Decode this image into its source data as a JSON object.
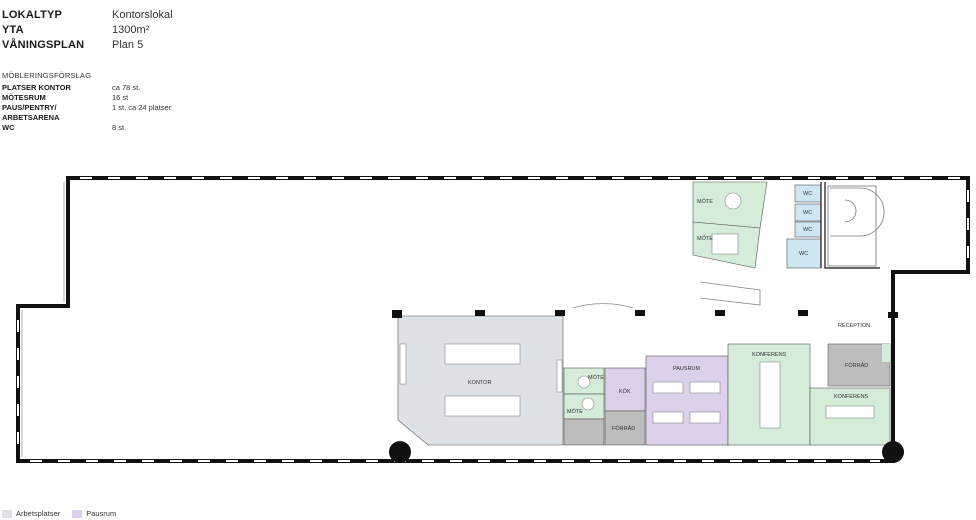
{
  "info": {
    "rows": [
      {
        "label": "LOKALTYP",
        "value": "Kontorslokal"
      },
      {
        "label": "YTA",
        "value": "1300m²"
      },
      {
        "label": "VÅNINGSPLAN",
        "value": "Plan 5"
      }
    ]
  },
  "furnishing": {
    "title": "MÖBLERINGSFÖRSLAG",
    "rows": [
      {
        "label": "PLATSER KONTOR",
        "value": "ca 78 st."
      },
      {
        "label": "MÖTESRUM",
        "value": "16 st"
      },
      {
        "label": "PAUS/PENTRY/",
        "value": "1 st. ca 24 platser"
      },
      {
        "label": "ARBETSARENA",
        "value": ""
      },
      {
        "label": "WC",
        "value": "8 st."
      }
    ]
  },
  "rooms": {
    "mote1": "MÖTE",
    "mote2": "MÖTE",
    "wc1": "WC",
    "wc2": "WC",
    "wc3": "WC",
    "wc4": "WC",
    "reception": "RECEPTION",
    "kontor": "KONTOR",
    "mote3": "MÖTE",
    "mote4": "MÖTE",
    "kok": "KÖK",
    "forrad1": "FÖRRÅD",
    "pausrum": "PAUSRUM",
    "konferens1": "KONFERENS",
    "forrad2": "FÖRRÅD",
    "konferens2": "KONFERENS"
  },
  "legend": [
    {
      "label": "Arbetsplatser",
      "color": "#dfe2e5"
    },
    {
      "label": "Pausrum",
      "color": "#ddd0ea"
    }
  ],
  "colors": {
    "office": "#dfe2e5",
    "meeting": "#d4ecd8",
    "wc": "#cde6f2",
    "pause": "#ddd0ea",
    "storage": "#bdbdbd",
    "wall": "#111111"
  }
}
